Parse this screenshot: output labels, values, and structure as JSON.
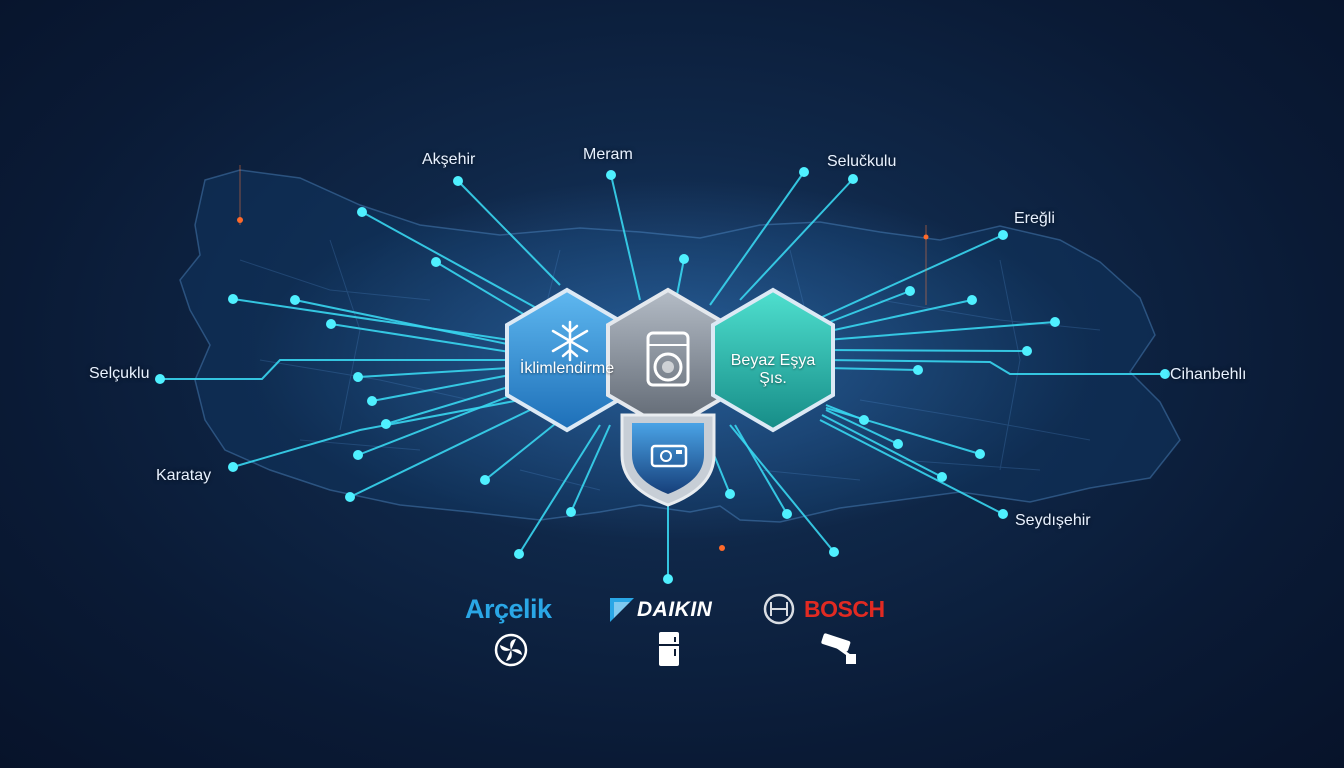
{
  "colors": {
    "background": "#0b1a33",
    "line": "#39d6f0",
    "node": "#4ff0ff",
    "hex_blue": "#2f8fd6",
    "hex_gray": "#8a929c",
    "hex_teal": "#2bb3a8",
    "arcelik": "#2aa7e6",
    "bosch": "#e12a22"
  },
  "region_labels": {
    "aksehir": "Akşehir",
    "meram": "Meram",
    "selcuklu_top": "Selučkulu",
    "eregli": "Ereğli",
    "selcuklu_left": "Selçuklu",
    "cihanbeyli": "Cihanbehlı",
    "karatay": "Karatay",
    "seydisehir": "Seydışehir"
  },
  "categories": {
    "climate": {
      "label": "İklimlendirme",
      "icon": "snowflake-icon"
    },
    "appliance": {
      "label": "",
      "icon": "washing-machine-icon"
    },
    "white_goods": {
      "label": "Beyaz Eşya Şıs.",
      "icon": "none"
    },
    "security": {
      "label": "",
      "icon": "shield-camera-icon"
    }
  },
  "brands": {
    "arcelik": {
      "name": "Arçelik",
      "icon": "fan-icon"
    },
    "daikin": {
      "name": "DAIKIN",
      "icon": "fridge-icon"
    },
    "bosch": {
      "name": "BOSCH",
      "icon": "security-camera-icon"
    }
  }
}
